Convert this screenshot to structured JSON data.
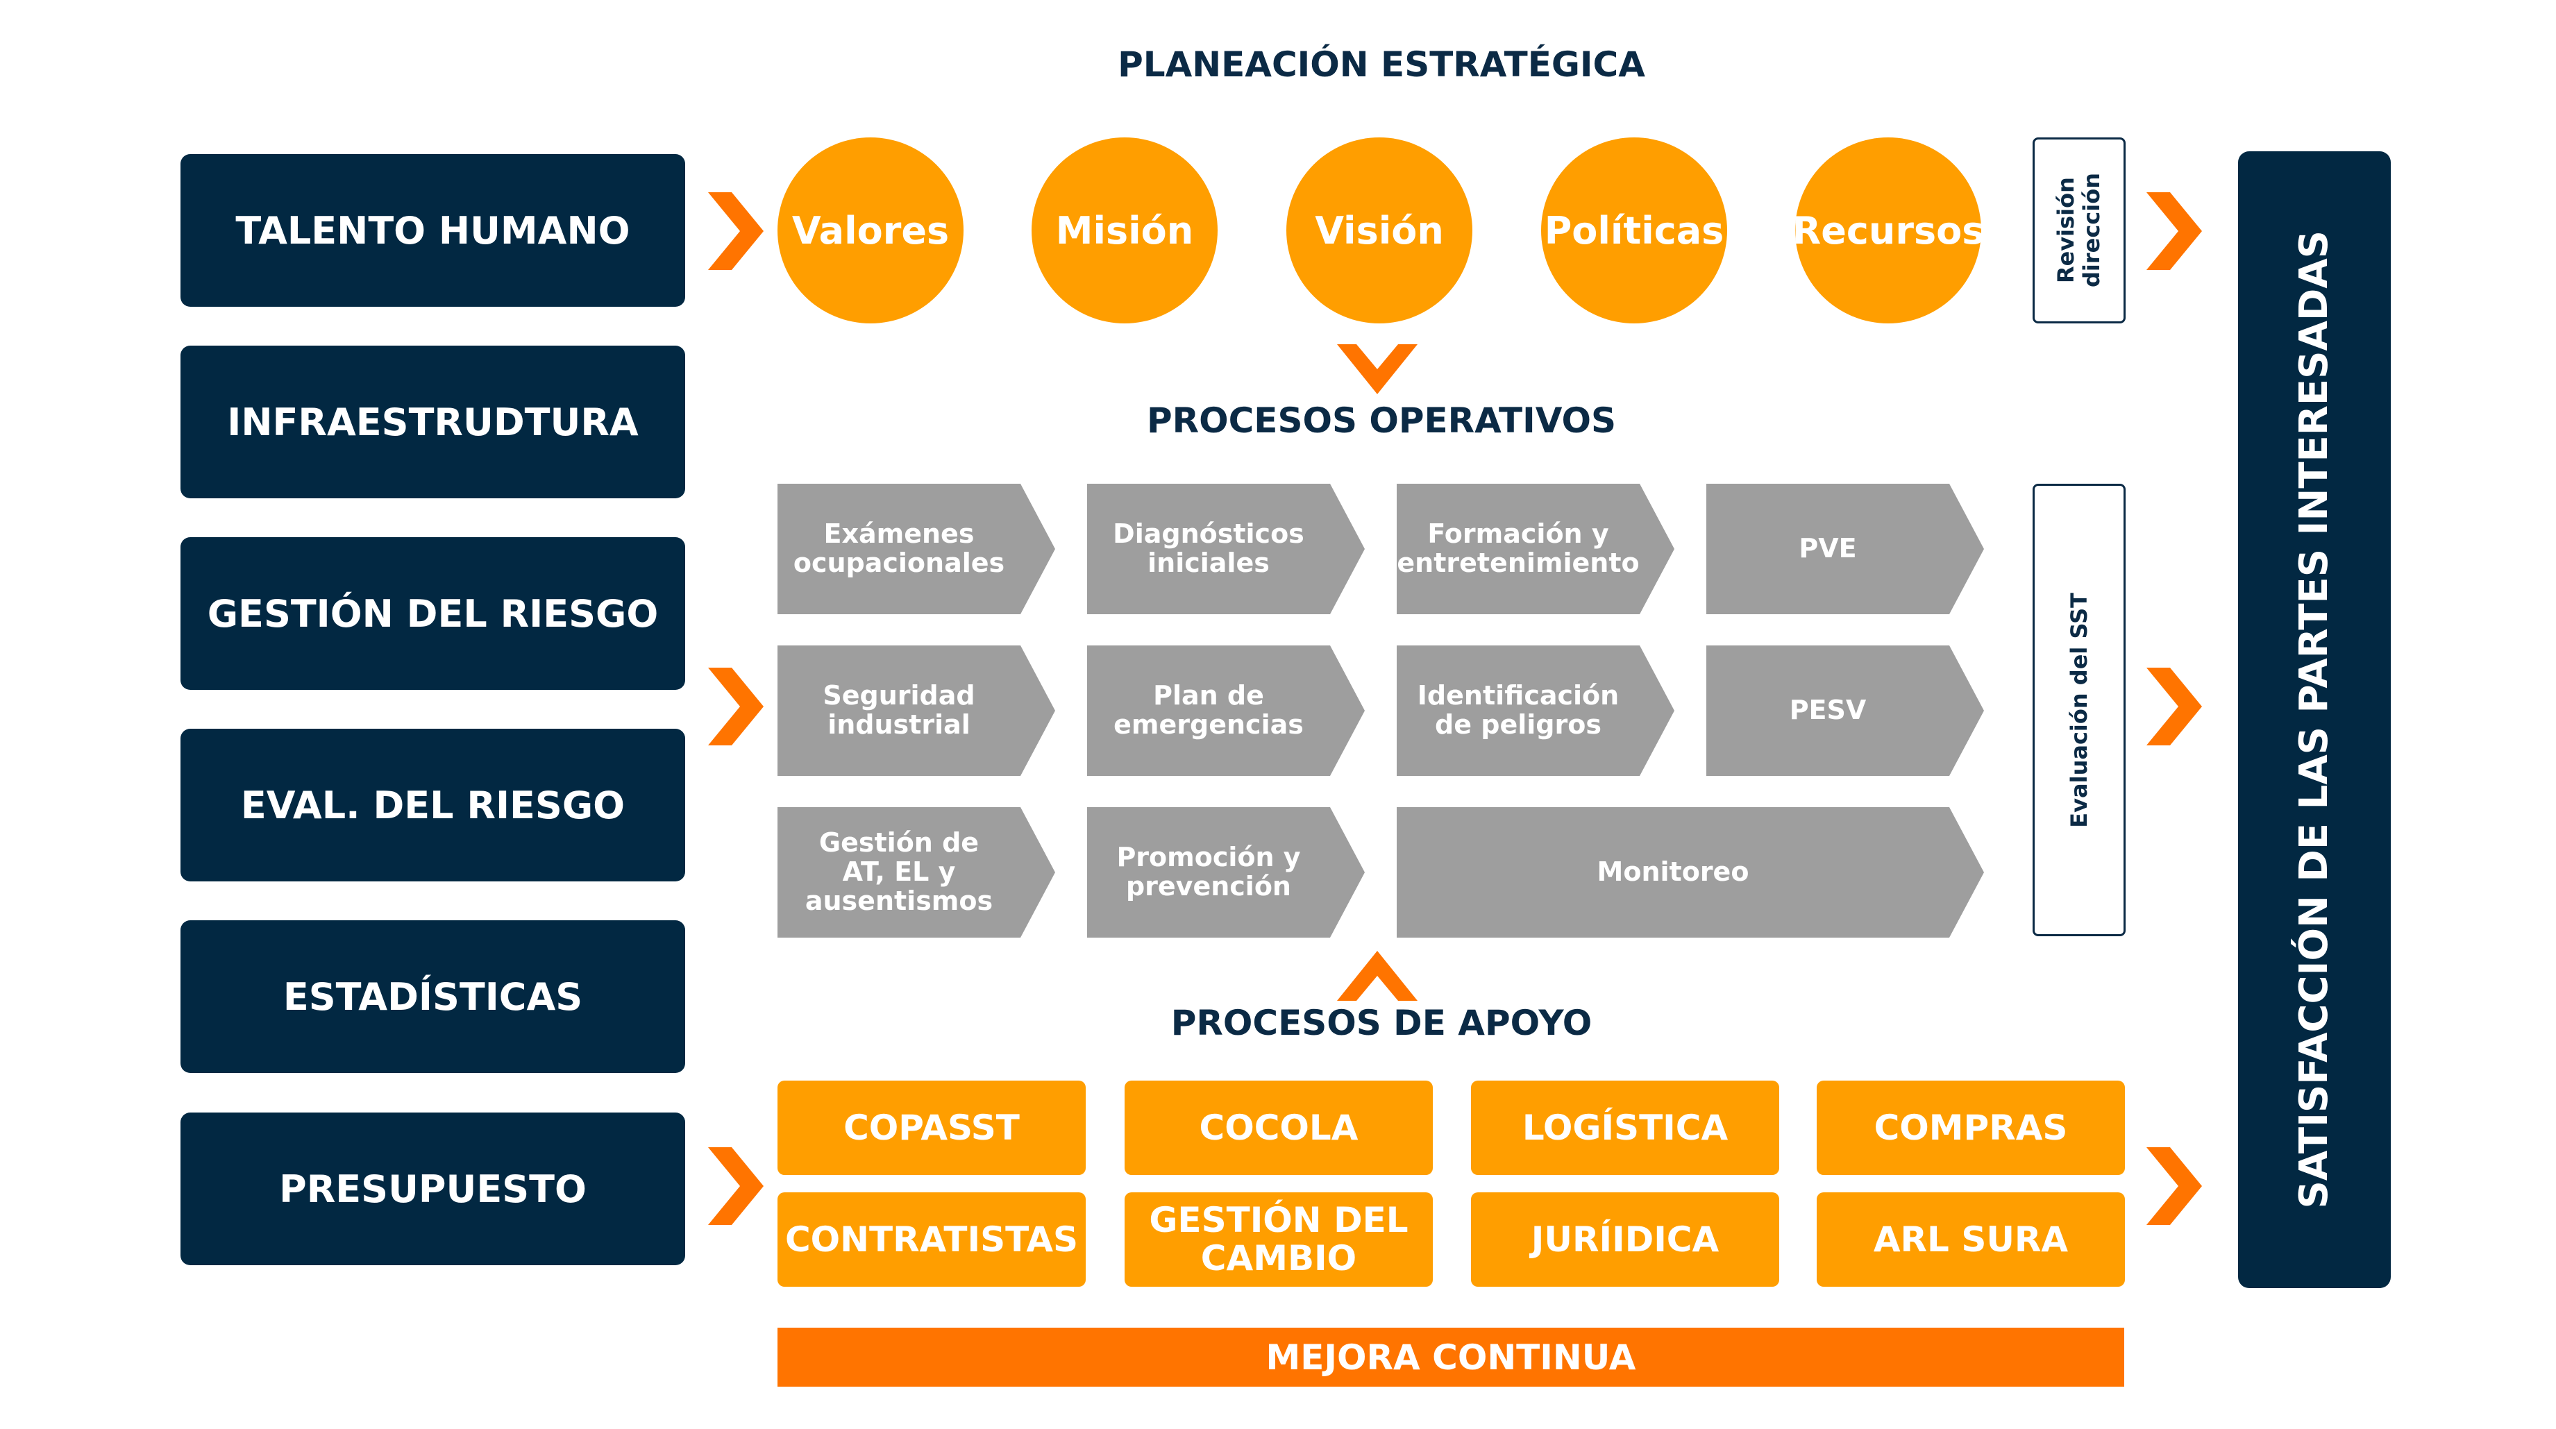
{
  "headings": {
    "planeacion": "PLANEACIÓN ESTRATÉGICA",
    "operativos": "PROCESOS OPERATIVOS",
    "apoyo": "PROCESOS DE APOYO"
  },
  "left_items": [
    "TALENTO HUMANO",
    "INFRAESTRUDTURA",
    "GESTIÓN DEL RIESGO",
    "EVAL. DEL RIESGO",
    "ESTADÍSTICAS",
    "PRESUPUESTO"
  ],
  "circles": [
    "Valores",
    "Misión",
    "Visión",
    "Políticas",
    "Recursos"
  ],
  "revision_box": [
    "Revisión",
    "dirección"
  ],
  "evaluacion_box": "Evaluación del SST",
  "processes": [
    [
      "Exámenes",
      "ocupacionales"
    ],
    [
      "Diagnósticos",
      "iniciales"
    ],
    [
      "Formación y",
      "entretenimiento"
    ],
    [
      "PVE"
    ],
    [
      "Seguridad",
      "industrial"
    ],
    [
      "Plan de",
      "emergencias"
    ],
    [
      "Identificación",
      "de peligros"
    ],
    [
      "PESV"
    ],
    [
      "Gestión de",
      "AT, EL y",
      "ausentismos"
    ],
    [
      "Promoción y",
      "prevención"
    ],
    [
      "Monitoreo"
    ]
  ],
  "support": [
    "COPASST",
    "COCOLA",
    "LOGÍSTICA",
    "COMPRAS",
    "CONTRATISTAS",
    [
      "GESTIÓN DEL",
      "CAMBIO"
    ],
    "JURÍIDICA",
    "ARL SURA"
  ],
  "mejora": "MEJORA CONTINUA",
  "satisfaccion": "SATISFACCIÓN DE LAS PARTES INTERESADAS",
  "colors": {
    "navy": "#022842",
    "orange": "#ff9e00",
    "dark_orange": "#ff7400",
    "gray": "#9e9e9e"
  }
}
